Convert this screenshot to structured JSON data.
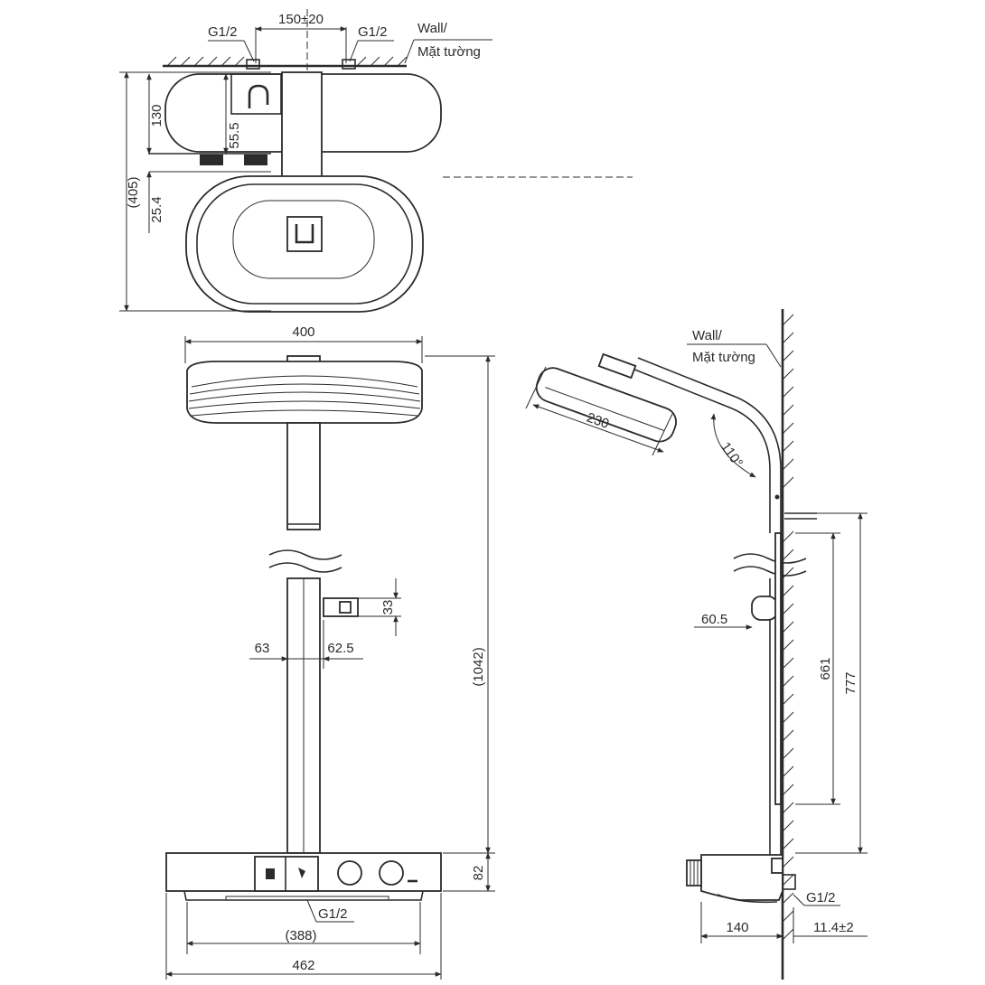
{
  "top_view": {
    "dim_inlet_spacing": "150±20",
    "inlet_left": "G1/2",
    "inlet_right": "G1/2",
    "wall_en": "Wall/",
    "wall_vi": "Mặt tường",
    "dim_depth_130": "130",
    "dim_55_5": "55.5",
    "dim_25_4": "25.4",
    "dim_405": "(405)"
  },
  "front_view": {
    "dim_head_width": "400",
    "dim_height": "(1042)",
    "dim_holder_33": "33",
    "dim_63": "63",
    "dim_62_5": "62.5",
    "dim_82": "82",
    "inlet_bottom": "G1/2",
    "dim_388": "(388)",
    "dim_462": "462"
  },
  "side_view": {
    "wall_en": "Wall/",
    "wall_vi": "Mặt tường",
    "dim_head_230": "230",
    "angle_110": "110°",
    "dim_60_5": "60.5",
    "dim_661": "661",
    "dim_777": "777",
    "inlet_bottom": "G1/2",
    "dim_140": "140",
    "dim_11_4": "11.4±2"
  }
}
